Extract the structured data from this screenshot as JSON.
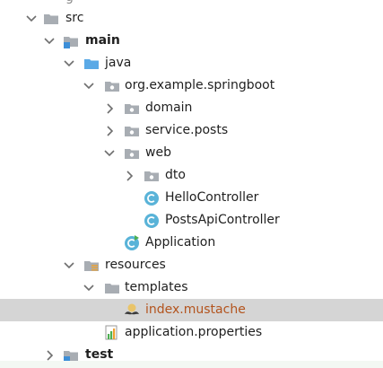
{
  "tree": {
    "partial_top_label": "g",
    "items": [
      {
        "label": "src"
      },
      {
        "label": "main"
      },
      {
        "label": "java"
      },
      {
        "label": "org.example.springboot"
      },
      {
        "label": "domain"
      },
      {
        "label": "service.posts"
      },
      {
        "label": "web"
      },
      {
        "label": "dto"
      },
      {
        "label": "HelloController"
      },
      {
        "label": "PostsApiController"
      },
      {
        "label": "Application"
      },
      {
        "label": "resources"
      },
      {
        "label": "templates"
      },
      {
        "label": "index.mustache"
      },
      {
        "label": "application.properties"
      },
      {
        "label": "test"
      }
    ],
    "selected_item": "index.mustache",
    "colors": {
      "selection_bg": "#d5d5d5",
      "folder_gray": "#a8adb3",
      "source_folder_blue": "#5aa9e6",
      "module_marker_blue": "#3d8fd8",
      "class_icon_teal": "#59b3d8",
      "selected_text_orange": "#b3541e"
    },
    "icons": [
      "chevron-down-icon",
      "chevron-right-icon",
      "folder-icon",
      "source-folder-icon",
      "module-folder-icon",
      "package-icon",
      "class-icon",
      "runnable-class-icon",
      "resources-folder-icon",
      "mustache-file-icon",
      "properties-file-icon",
      "test-folder-icon"
    ]
  }
}
